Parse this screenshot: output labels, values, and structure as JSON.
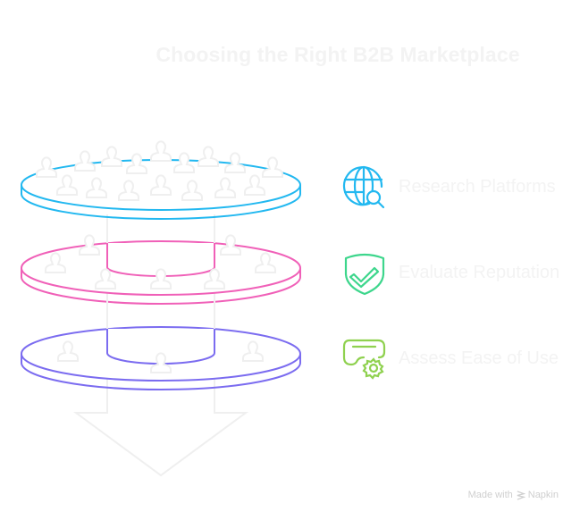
{
  "title": "Choosing the Right B2B Marketplace",
  "layers": [
    {
      "label": "Research Platforms",
      "icon": "globe-search-icon",
      "color": "#22b8f0"
    },
    {
      "label": "Evaluate Reputation",
      "icon": "shield-check-icon",
      "color": "#f060b8"
    },
    {
      "label": "Assess Ease of Use",
      "icon": "vr-headset-gear-icon",
      "color": "#7b6cf0"
    }
  ],
  "icon_colors": {
    "research": "#22b8f0",
    "reputation": "#3dd68c",
    "ease": "#8fd14f"
  },
  "people_color": "#efefef",
  "arrow_color": "#efefef",
  "footer": {
    "made_with": "Made with",
    "brand": "Napkin"
  }
}
